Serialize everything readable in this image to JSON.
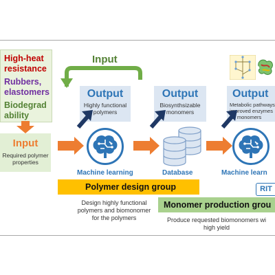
{
  "properties": [
    {
      "text": "High-heat",
      "color": "#c00000"
    },
    {
      "text": "resistance",
      "color": "#c00000"
    },
    {
      "text": "Rubbers,",
      "color": "#7030a0"
    },
    {
      "text": "elastomers",
      "color": "#7030a0"
    },
    {
      "text": "Biodegrad",
      "color": "#548235"
    },
    {
      "text": "ability",
      "color": "#548235"
    }
  ],
  "feedback_label": "Input",
  "input_box": {
    "title": "Input",
    "sub1": "Required polymer",
    "sub2": "properties"
  },
  "outputs": [
    {
      "title": "Output",
      "sub1": "Highly functional",
      "sub2": "polymers"
    },
    {
      "title": "Output",
      "sub1": "Biosynthsizable",
      "sub2": "monomers"
    },
    {
      "title": "Output",
      "sub1": "Metabolic pathways,",
      "sub2": "improved enzymes",
      "sub3": "for monomers"
    }
  ],
  "stage_labels": {
    "ml1": "Machine learning",
    "db": "Database",
    "ml2": "Machine learn"
  },
  "groups": {
    "polymer": {
      "label": "Polymer design group",
      "color": "#ffc000",
      "desc1": "Design highly functional",
      "desc2": "polymers and biomonomer",
      "desc3": "for the polymers"
    },
    "monomer": {
      "label": "Monomer production grou",
      "color": "#a9d18e",
      "desc1": "Produce requested biomonomers wi",
      "desc2": "high yield"
    }
  },
  "rit_badge": "RIT",
  "icons": [
    "brain-icon",
    "database-icon",
    "pathway-image",
    "enzyme-image",
    "arrow-right-icon",
    "arrow-up-right-icon",
    "feedback-arrow-icon"
  ],
  "colors": {
    "output_blue": "#2e75b6",
    "arrow_orange": "#ed7d31",
    "navy_arrow": "#1f3864",
    "feedback_green": "#70ad47"
  }
}
